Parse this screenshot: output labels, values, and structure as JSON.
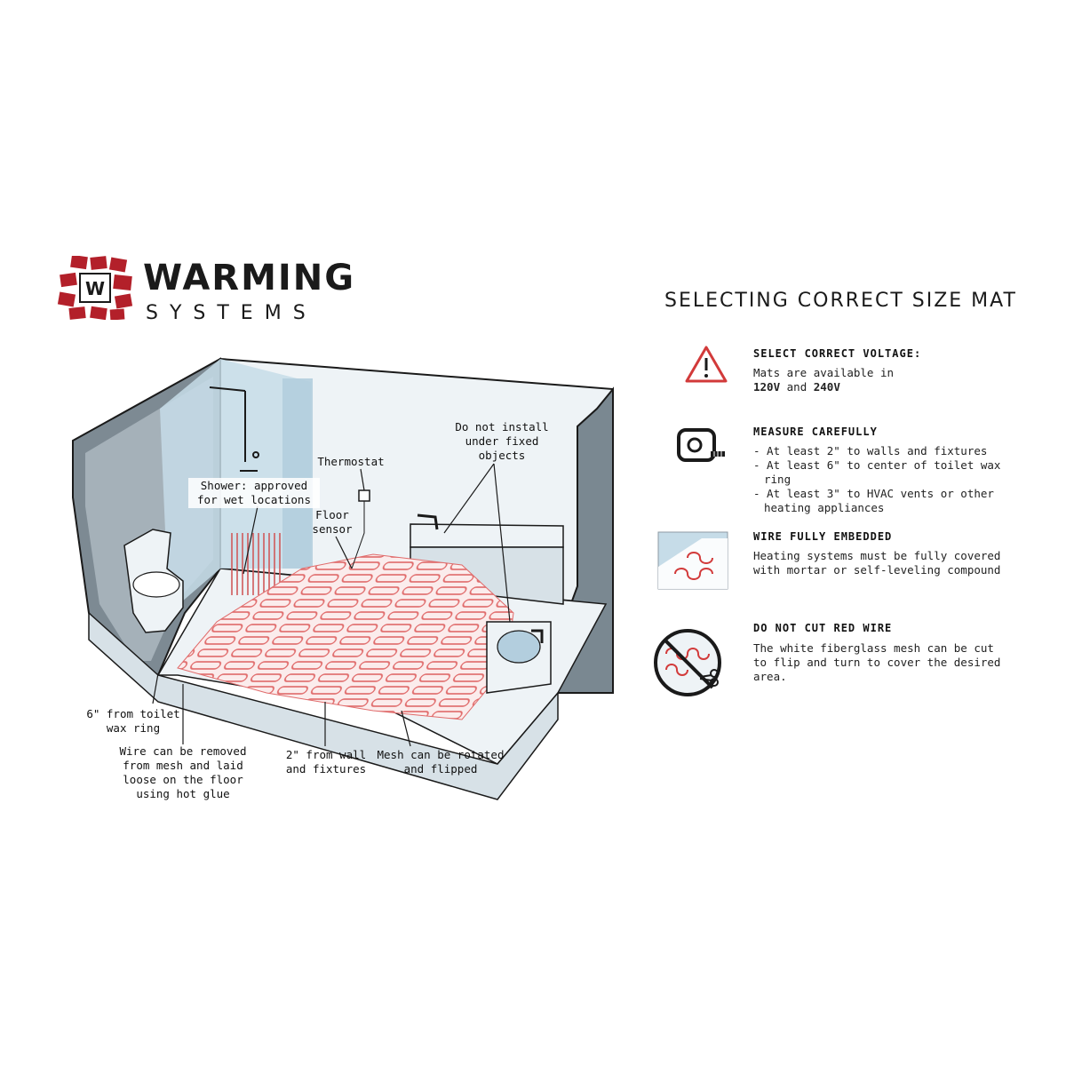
{
  "brand": {
    "line1": "WARMING",
    "line2": "SYSTEMS",
    "logo_letter": "W",
    "color": "#b3202a"
  },
  "panel": {
    "title": "SELECTING CORRECT SIZE MAT",
    "sections": [
      {
        "icon": "warning-triangle-icon",
        "heading": "SELECT CORRECT VOLTAGE:",
        "text_lead": "Mats are available in",
        "voltage_a": "120V",
        "joiner": "and",
        "voltage_b": "240V"
      },
      {
        "icon": "tape-measure-icon",
        "heading": "MEASURE CAREFULLY",
        "bullets": [
          "- At least 2\" to walls and fixtures",
          "- At least 6\" to center of toilet wax ring",
          "- At least 3\" to HVAC vents or other heating appliances"
        ]
      },
      {
        "icon": "embedded-wire-icon",
        "heading": "WIRE FULLY EMBEDDED",
        "text": "Heating systems must be fully covered with mortar or self-leveling compound"
      },
      {
        "icon": "no-cut-wire-icon",
        "heading": "DO NOT CUT RED WIRE",
        "text": "The white fiberglass mesh can be cut to flip and turn to cover the desired area."
      }
    ]
  },
  "diagram": {
    "labels": {
      "thermostat": "Thermostat",
      "shower": "Shower: approved for wet locations",
      "floor_sensor": "Floor sensor",
      "fixed_objects": "Do not install under fixed objects",
      "toilet": "6\" from toilet wax ring",
      "wire_removed": "Wire can be removed from mesh and laid loose on the floor using hot glue",
      "wall_gap": "2\" from wall and fixtures",
      "mesh_rotated": "Mesh can be rotated and flipped"
    },
    "colors": {
      "wall": "#8e9aa3",
      "wall_light": "#dfe7ec",
      "floor": "#eef3f6",
      "glass": "#c6dce8",
      "heating_wire": "#e06b6b",
      "outline": "#1a1a1a"
    }
  }
}
